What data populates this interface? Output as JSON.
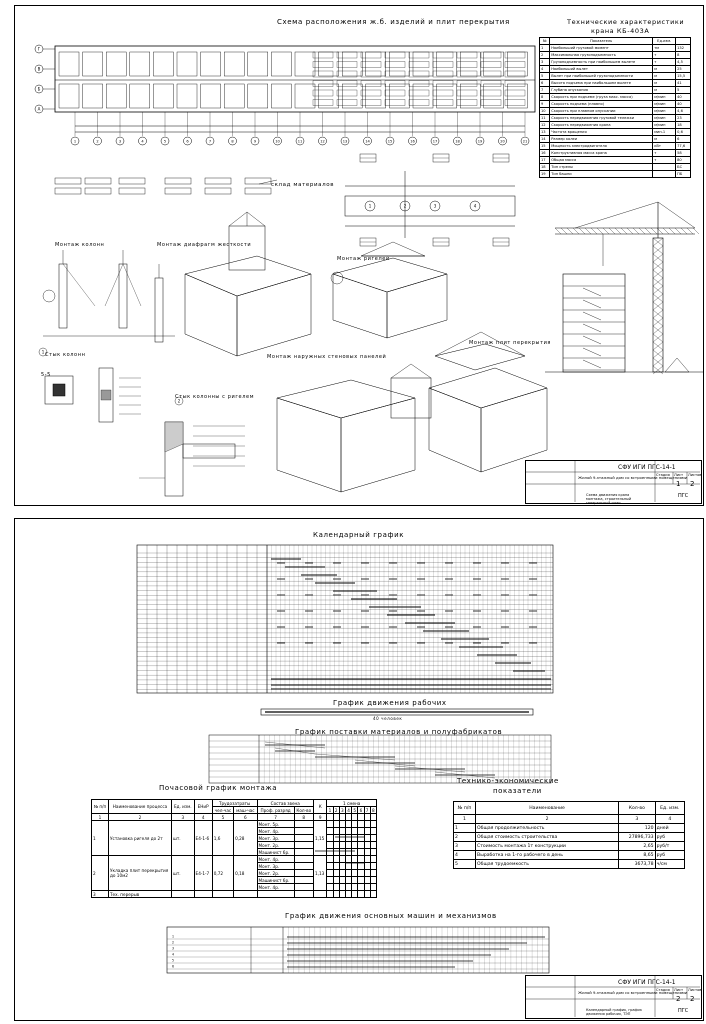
{
  "sheet1": {
    "plan_title": "Схема расположения ж.б. изделий и плит перекрытия",
    "crane_title_line1": "Технические характеристики",
    "crane_title_line2": "крана КБ-403А",
    "crane_table": {
      "headers": [
        "№",
        "Показатель",
        "Ед.изм.",
        ""
      ],
      "rows": [
        [
          "1",
          "Наибольший грузовой момент",
          "тм",
          "132"
        ],
        [
          "2",
          "Максимальная грузоподъемность",
          "т",
          "8"
        ],
        [
          "3",
          "Грузоподъемность при наибольшем вылете",
          "т",
          "4,5"
        ],
        [
          "4",
          "Наибольший вылет",
          "м",
          "25"
        ],
        [
          "5",
          "Вылет при наибольшей грузоподъемности",
          "м",
          "15,5"
        ],
        [
          "6",
          "Высота подъема при наибольшем вылете",
          "м",
          "41"
        ],
        [
          "7",
          "Глубина опускания",
          "м",
          "5"
        ],
        [
          "8",
          "Скорость при подъеме (груза макс. масса)",
          "м/мин",
          "40"
        ],
        [
          "9",
          "Скорость подъема (плавно)",
          "м/мин",
          "40"
        ],
        [
          "10",
          "Скорость при плавном опускании",
          "м/мин",
          "4,6"
        ],
        [
          "11",
          "Скорость передвижения грузовой тележки",
          "м/мин",
          "23"
        ],
        [
          "12",
          "Скорость передвижения крана",
          "м/мин",
          "18"
        ],
        [
          "13",
          "Частота вращения",
          "мин-1",
          "0,6"
        ],
        [
          "14",
          "Размер колеи",
          "м",
          "6"
        ],
        [
          "15",
          "Мощность электродвигателя",
          "кВт",
          "77,6"
        ],
        [
          "16",
          "Конструктивная масса крана",
          "т",
          "58"
        ],
        [
          "17",
          "Общая масса",
          "т",
          "80"
        ],
        [
          "18",
          "Тип стрелы",
          "",
          "БС"
        ],
        [
          "19",
          "Тип башни",
          "",
          "ПБ"
        ]
      ]
    },
    "axis_numbers": [
      "1",
      "2",
      "3",
      "4",
      "5",
      "6",
      "7",
      "8",
      "9",
      "10",
      "11",
      "12",
      "13",
      "14",
      "15",
      "16",
      "17",
      "18",
      "19",
      "20",
      "21"
    ],
    "row_axes": [
      "Г",
      "В",
      "Б",
      "А"
    ],
    "labels": {
      "storage": "склад материалов",
      "column_install": "Монтаж колонн",
      "wall_stiff": "Монтаж диафрагм жесткости",
      "beam_install": "Монтаж ригелей",
      "slab_install": "Монтаж плит перекрытия",
      "outer_wall": "Монтаж наружных стеновых панелей",
      "col_joint": "Стык колонн",
      "col_beam_joint": "Стык колонны с ригелем",
      "node_5_5": "5-5",
      "circle_1": "1",
      "circle_2": "2"
    },
    "stamp": {
      "code": "СФУ ИГИ ПГС-14-1",
      "desc": "Жилой 9-этажный дом со встроенными помещениями",
      "stage": "Стадия",
      "sheet": "Лист",
      "sheets": "Листов",
      "sheet_no": "1",
      "sheets_no": "2",
      "group": "ПГС",
      "bottom": "Схема движения крана монтажа, строительный генеральный план"
    }
  },
  "sheet2": {
    "calendar_title": "Календарный график",
    "workers_title": "График движения рабочих",
    "workers_count": "40 человек",
    "supply_title": "График поставки материалов и полуфабрикатов",
    "hourly_title": "Почасовой график монтажа",
    "hourly_table": {
      "headers": [
        "№ п/п",
        "Наименование процесса",
        "Ед. изм.",
        "ЕНиР",
        "Трудозатраты",
        "",
        "Состав звена",
        "",
        "К",
        "1 смена"
      ],
      "subheaders": [
        "",
        "",
        "",
        "",
        "чел-час",
        "маш-час",
        "Проф. разряд",
        "Кол-во",
        "",
        ""
      ],
      "numbering": [
        "1",
        "2",
        "3",
        "4",
        "5",
        "6",
        "7",
        "8",
        "9"
      ],
      "hour_cols": [
        "1",
        "2",
        "3",
        "4",
        "5",
        "6",
        "7",
        "8"
      ],
      "rows": [
        {
          "no": "1",
          "name": "Установка ригеля до 2т",
          "unit": "шт.",
          "enir": "Е4-1-6",
          "labor": "1,6",
          "mach": "0,28",
          "crew": [
            "Монт. 5р.",
            "Монт. 4р.",
            "Монт. 3р.",
            "Монт. 2р.",
            "Машинист 6р."
          ],
          "count": "1,15"
        },
        {
          "no": "2",
          "name": "Укладка плит перекрытия до 10м2",
          "unit": "шт.",
          "enir": "Е4-1-7",
          "labor": "0,72",
          "mach": "0,18",
          "crew": [
            "Монт. 4р.",
            "Монт. 3р.",
            "Монт. 2р.",
            "Машинист 6р.",
            "Монт. 4р."
          ],
          "count": "1,13"
        },
        {
          "no": "3",
          "name": "Тех. перерыв",
          "unit": "",
          "enir": "",
          "labor": "",
          "mach": "",
          "crew": [],
          "count": ""
        }
      ]
    },
    "tep_title_line1": "Технико-экономические",
    "tep_title_line2": "показатели",
    "tep_table": {
      "headers": [
        "№ п/п",
        "Наименование",
        "Кол-во",
        "Ед. изм."
      ],
      "numbering": [
        "1",
        "2",
        "3",
        "4"
      ],
      "rows": [
        [
          "1",
          "Общая продолжительность",
          "120",
          "дней"
        ],
        [
          "2",
          "Общая стоимость строительства",
          "27896,733",
          "руб"
        ],
        [
          "3",
          "Стоимость монтажа 1т конструкции",
          "2,65",
          "руб/т"
        ],
        [
          "4",
          "Выработка на 1-го рабочего в день",
          "8,65",
          "руб"
        ],
        [
          "5",
          "Общая трудоемкость",
          "3673,78",
          "ч/см"
        ]
      ]
    },
    "machines_title": "График движения основных машин и механизмов",
    "machine_rows": [
      "1",
      "2",
      "3",
      "4",
      "5",
      "6"
    ],
    "stamp": {
      "code": "СФУ ИГИ ПГС-14-1",
      "desc": "Жилой 9-этажный дом со встроенными помещениями",
      "stage": "Стадия",
      "sheet": "Лист",
      "sheets": "Листов",
      "sheet_no": "2",
      "sheets_no": "2",
      "group": "ПГС",
      "bottom": "Календарный график, график движения рабочих, ТЭП"
    }
  }
}
